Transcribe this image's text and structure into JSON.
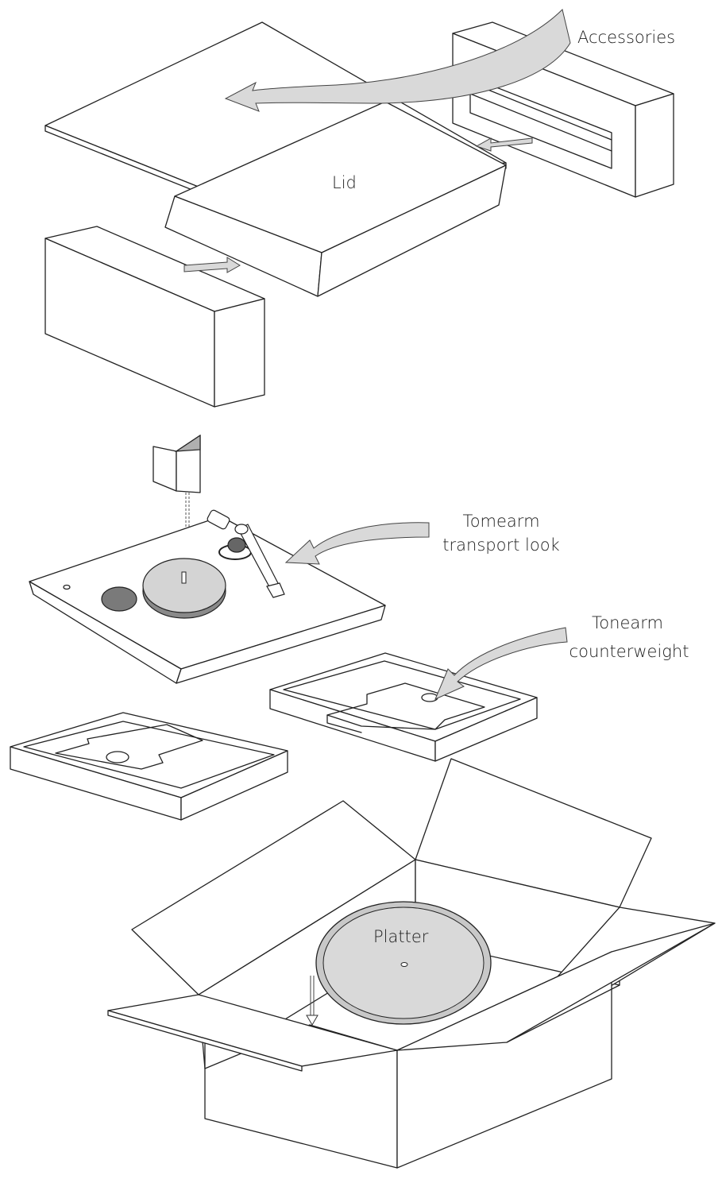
{
  "labels": {
    "accessories": "Accessories",
    "lid": "Lid",
    "tomearm_line1": "Tomearm",
    "tomearm_line2": "transport look",
    "tonearm_line1": "Tonearm",
    "tonearm_line2": "counterweight",
    "platter": "Platter"
  },
  "colors": {
    "line": "#222222",
    "arrow_fill": "#d9d9d9",
    "platter_fill": "#d4d4d4",
    "dark_part": "#7a7a7a",
    "background": "#ffffff"
  },
  "icons": {
    "accessory_arrow": "curved-arrow",
    "tomearm_arrow": "curved-arrow",
    "counterweight_arrow": "curved-arrow",
    "insert_arrows": "straight-arrow"
  }
}
